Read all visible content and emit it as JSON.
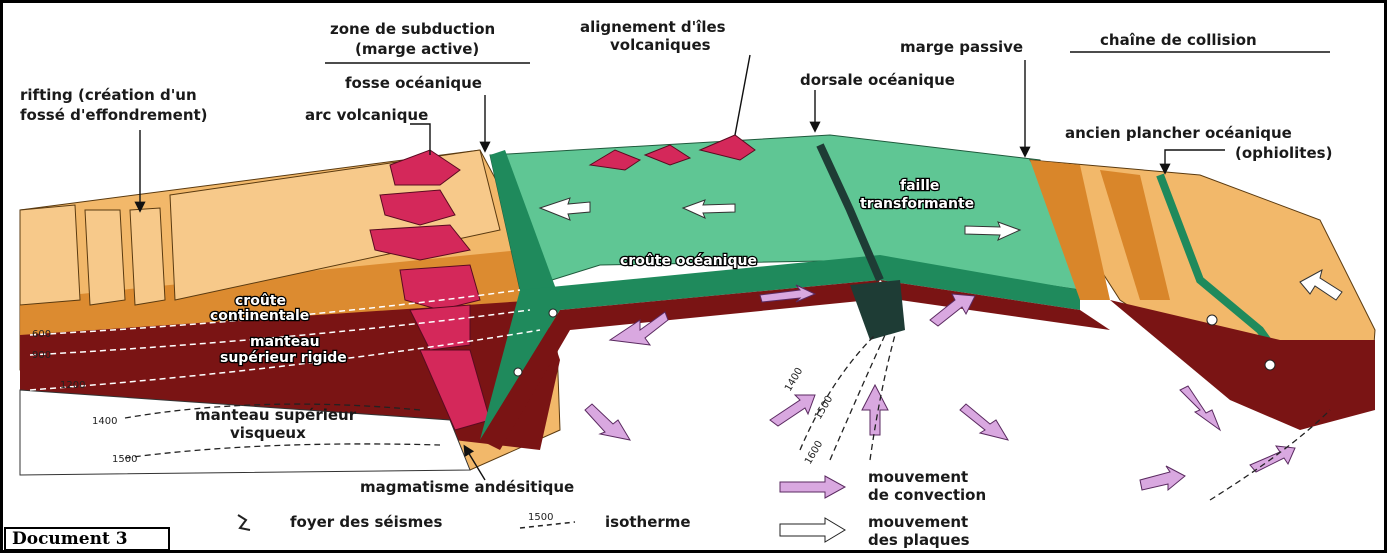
{
  "document_label": "Document 3",
  "labels": {
    "rifting_1": "rifting (création d'un",
    "rifting_2": "fossé d'effondrement)",
    "subduction_1": "zone de subduction",
    "subduction_2": "(marge active)",
    "fosse": "fosse océanique",
    "arc": "arc volcanique",
    "iles_1": "alignement d'îles",
    "iles_2": "volcaniques",
    "dorsale": "dorsale océanique",
    "marge_passive": "marge passive",
    "collision": "chaîne de collision",
    "ophiolites_1": "ancien plancher océanique",
    "ophiolites_2": "(ophiolites)",
    "faille_1": "faille",
    "faille_2": "transformante",
    "croute_oceanique": "croûte océanique",
    "croute_continentale_1": "croûte",
    "croute_continentale_2": "continentale",
    "manteau_rigide_1": "manteau",
    "manteau_rigide_2": "supérieur rigide",
    "manteau_visqueux_1": "manteau supérieur",
    "manteau_visqueux_2": "visqueux",
    "magmatisme": "magmatisme andésitique"
  },
  "isotherms": {
    "t600": "600",
    "t900": "900",
    "t1200": "1200",
    "t1400a": "1400",
    "t1500a": "1500",
    "t1400b": "1400",
    "t1500b": "1500",
    "t1600": "1600"
  },
  "legend": {
    "foyer": "foyer des séismes",
    "isotherme_value": "1500",
    "isotherme": "isotherme",
    "convection_1": "mouvement",
    "convection_2": "de convection",
    "plaques_1": "mouvement",
    "plaques_2": "des plaques"
  },
  "colors": {
    "continental_crust": "#f2b86a",
    "continental_top": "#f7c98a",
    "continental_deep": "#d9862a",
    "rigid_mantle": "#7a1414",
    "ocean_crust": "#5fc694",
    "ocean_dark": "#1f8a5c",
    "magma": "#d4285a",
    "convection_arrow": "#d9a8e0",
    "ridge_magma": "#1e3c35"
  },
  "icons": {
    "foyer_icon": "earthquake-focus-icon",
    "convection_icon": "convection-arrow-icon",
    "plate_icon": "plate-arrow-icon"
  }
}
